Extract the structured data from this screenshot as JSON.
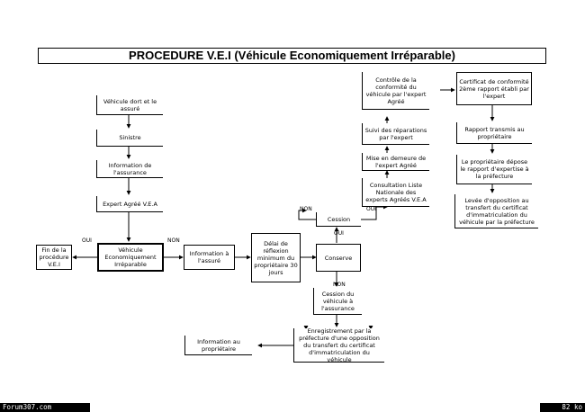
{
  "title": "PROCEDURE V.E.I (Véhicule Economiquement Irréparable)",
  "boxes": {
    "vehicule_dort": "Véhicule dort et le assuré",
    "sinistre": "Sinistre",
    "information_assurance": "Information de l'assurance",
    "expert": "Expert Agréé V.E.A",
    "vehicule_irreparable": "Véhicule Economiquement Irréparable",
    "fin_procedure": "Fin de la procédure V.E.I",
    "information_assure": "Information à l'assuré",
    "delai_reflexion": "Délai de réflexion minimum du propriétaire 30 jours",
    "cession": "Cession",
    "conserve": "Conserve",
    "cession_assurance": "Cession du véhicule à l'assurance",
    "enregistrement": "Enregistrement par la préfecture d'une opposition du transfert du certificat d'immatriculation du véhicule",
    "information_proprietaire": "Information au propriétaire",
    "consultation_liste": "Consultation Liste Nationale des experts Agréés V.E.A",
    "mise_demeure": "Mise en demeure de l'expert Agréé",
    "suivi_reparations": "Suivi des réparations par l'expert",
    "controle_conformite": "Contrôle de la conformité du véhicule par l'expert Agréé",
    "certificat_conformite": "Certificat de conformité 2ème rapport établi par l'expert",
    "rapport_prefecture": "Rapport transmis au propriétaire",
    "depot_rapport": "Le propriétaire dépose le rapport d'expertise à la préfecture",
    "levee_opposition": "Levée d'opposition au transfert du certificat d'immatriculation du véhicule par la préfecture"
  },
  "labels": {
    "oui_left": "OUI",
    "non_right": "NON",
    "non_top": "NON",
    "oui_top": "OUI",
    "oui_mid": "OUI",
    "non_bottom": "NON"
  },
  "footer": {
    "site": "Forum307.com",
    "size": "82 ko"
  }
}
